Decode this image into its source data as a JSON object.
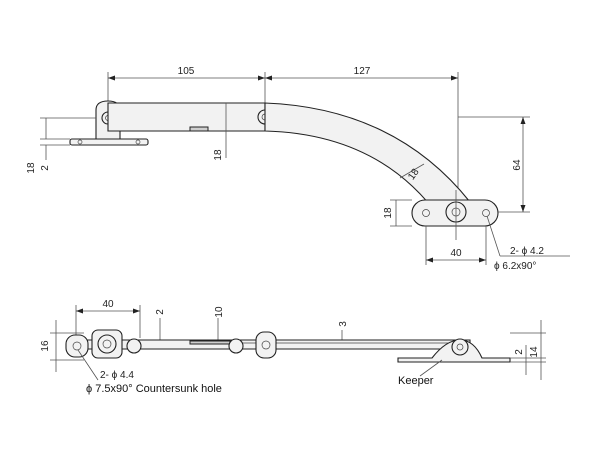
{
  "top_view": {
    "dim_105": "105",
    "dim_127": "127",
    "dim_18_left": "18",
    "dim_2_left": "2",
    "dim_18_arm": "18",
    "dim_18_curve": "18",
    "dim_64": "64",
    "dim_18_keeper": "18",
    "dim_40_keeper": "40",
    "hole_callout": "2- ϕ 4.2",
    "countersink_callout": "ϕ 6.2x90°"
  },
  "side_view": {
    "dim_40": "40",
    "dim_2": "2",
    "dim_10": "10",
    "dim_3": "3",
    "dim_16": "16",
    "dim_2_right": "2",
    "dim_14": "14",
    "hole_callout": "2- ϕ 4.4",
    "countersink_callout": "ϕ 7.5x90° Countersunk hole",
    "keeper_label": "Keeper"
  }
}
